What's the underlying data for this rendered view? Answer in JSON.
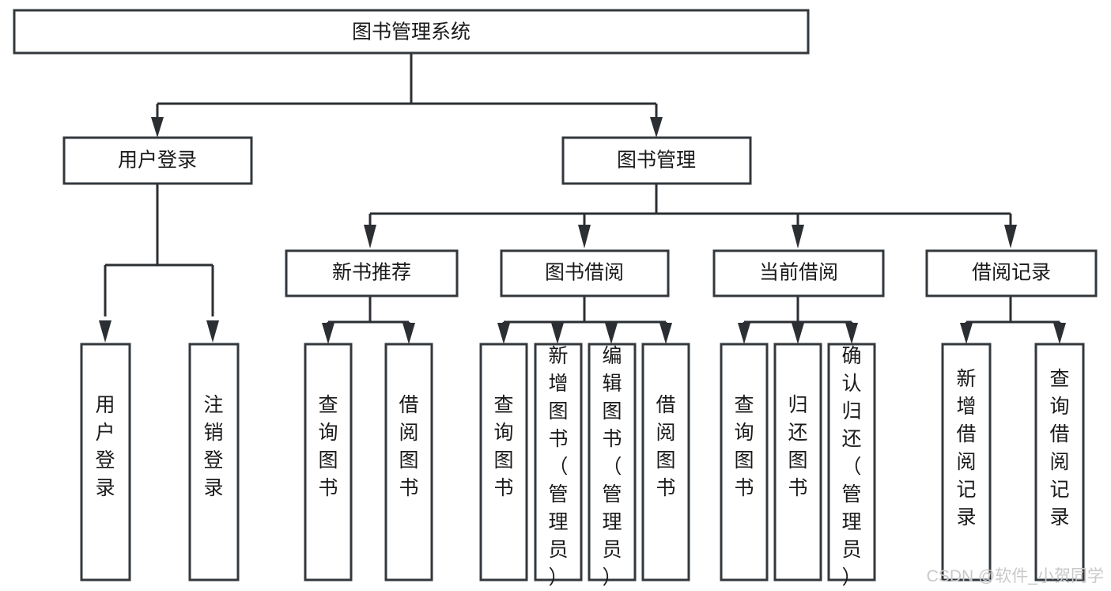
{
  "diagram": {
    "type": "tree-hierarchy",
    "title": "图书管理系统",
    "watermark": "CSDN @软件_小贺同学",
    "levels": [
      {
        "level": 1,
        "nodes": [
          {
            "id": "root",
            "label": "图书管理系统",
            "orientation": "horizontal"
          }
        ]
      },
      {
        "level": 2,
        "nodes": [
          {
            "id": "login",
            "label": "用户登录",
            "orientation": "horizontal",
            "parent": "root"
          },
          {
            "id": "bookmgmt",
            "label": "图书管理",
            "orientation": "horizontal",
            "parent": "root"
          }
        ]
      },
      {
        "level": 3,
        "nodes": [
          {
            "id": "newbook",
            "label": "新书推荐",
            "orientation": "horizontal",
            "parent": "bookmgmt"
          },
          {
            "id": "borrow",
            "label": "图书借阅",
            "orientation": "horizontal",
            "parent": "bookmgmt"
          },
          {
            "id": "current",
            "label": "当前借阅",
            "orientation": "horizontal",
            "parent": "bookmgmt"
          },
          {
            "id": "record",
            "label": "借阅记录",
            "orientation": "horizontal",
            "parent": "bookmgmt"
          }
        ]
      },
      {
        "level": 4,
        "nodes": [
          {
            "id": "leaf-user-login",
            "label": "用户登录",
            "orientation": "vertical",
            "parent": "login"
          },
          {
            "id": "leaf-user-logout",
            "label": "注销登录",
            "orientation": "vertical",
            "parent": "login"
          },
          {
            "id": "leaf-query-book-1",
            "label": "查询图书",
            "orientation": "vertical",
            "parent": "newbook"
          },
          {
            "id": "leaf-borrow-book-1",
            "label": "借阅图书",
            "orientation": "vertical",
            "parent": "newbook"
          },
          {
            "id": "leaf-query-book-2",
            "label": "查询图书",
            "orientation": "vertical",
            "parent": "borrow"
          },
          {
            "id": "leaf-add-book",
            "label": "新增图书（管理员）",
            "orientation": "vertical",
            "parent": "borrow"
          },
          {
            "id": "leaf-edit-book",
            "label": "编辑图书（管理员）",
            "orientation": "vertical",
            "parent": "borrow"
          },
          {
            "id": "leaf-borrow-book-2",
            "label": "借阅图书",
            "orientation": "vertical",
            "parent": "borrow"
          },
          {
            "id": "leaf-query-book-3",
            "label": "查询图书",
            "orientation": "vertical",
            "parent": "current"
          },
          {
            "id": "leaf-return-book",
            "label": "归还图书",
            "orientation": "vertical",
            "parent": "current"
          },
          {
            "id": "leaf-confirm-return",
            "label": "确认归还（管理员）",
            "orientation": "vertical",
            "parent": "current"
          },
          {
            "id": "leaf-add-record",
            "label": "新增借阅记录",
            "orientation": "vertical",
            "parent": "record"
          },
          {
            "id": "leaf-query-record",
            "label": "查询借阅记录",
            "orientation": "vertical",
            "parent": "record"
          }
        ]
      }
    ],
    "colors": {
      "box_border": "#33383d",
      "box_fill": "#ffffff",
      "edge": "#2b2f33",
      "text": "#1a1a1a",
      "watermark": "#c9c9c9",
      "background": "#ffffff"
    }
  }
}
